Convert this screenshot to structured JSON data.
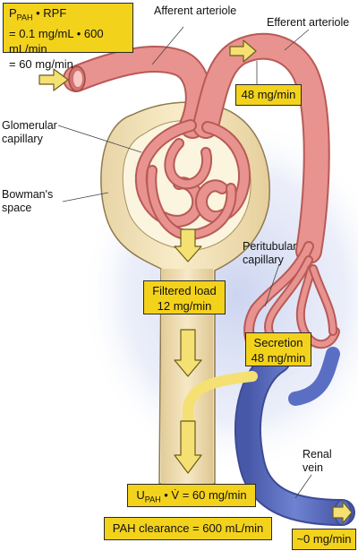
{
  "boxes": {
    "equation": {
      "p_symbol": "P",
      "p_sub": "PAH",
      "p_rest": " • RPF",
      "line2": "= 0.1 mg/mL • 600 mL/min",
      "line3": "= 60 mg/min"
    },
    "efferent_value": "48 mg/min",
    "filtered_load": {
      "line1": "Filtered load",
      "line2": "12 mg/min"
    },
    "secretion": {
      "line1": "Secretion",
      "line2": "48 mg/min"
    },
    "excretion": {
      "u_symbol": "U",
      "u_sub": "PAH",
      "rest": " • V̇ = 60 mg/min"
    },
    "clearance": "PAH clearance = 600 mL/min",
    "vein_value": "~0 mg/min"
  },
  "labels": {
    "afferent_arteriole": "Afferent arteriole",
    "efferent_arteriole": "Efferent arteriole",
    "glomerular_capillary": {
      "line1": "Glomerular",
      "line2": "capillary"
    },
    "bowmans_space": {
      "line1": "Bowman's",
      "line2": "space"
    },
    "peritubular_capillary": {
      "line1": "Peritubular",
      "line2": "capillary"
    },
    "renal_vein": {
      "line1": "Renal",
      "line2": "vein"
    }
  },
  "colors": {
    "arteriole_fill": "#e8938f",
    "arteriole_dark": "#b85a56",
    "vein_fill": "#5a6fc4",
    "capsule_fill": "#f4e3bb",
    "box_fill": "#f3d21c",
    "arrow_fill": "#f5e073",
    "glow": "#c9d2ef"
  }
}
